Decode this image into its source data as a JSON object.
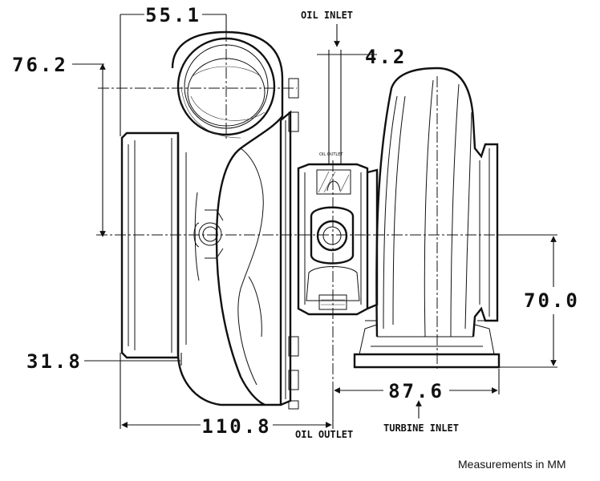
{
  "dimensions": {
    "compressor_inlet_offset": "55.1",
    "compressor_outlet_height": "76.2",
    "oil_port_offset": "4.2",
    "turbine_height": "70.0",
    "inlet_flange_offset": "31.8",
    "overall_compressor_length": "110.8",
    "turbine_inlet_offset": "87.6"
  },
  "labels": {
    "oil_inlet": "OIL INLET",
    "oil_outlet": "OIL OUTLET",
    "oil_outlet_small": "OIL OUTLET",
    "turbine_inlet": "TURBINE INLET"
  },
  "caption": "Measurements in MM"
}
